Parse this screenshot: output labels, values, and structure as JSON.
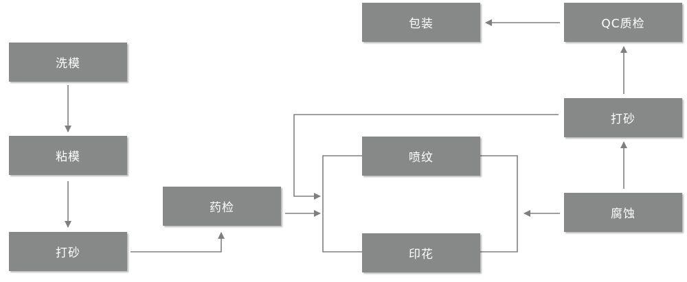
{
  "nodes": {
    "wash_mold": "洗模",
    "glue_mold": "粘模",
    "sanding_1": "打砂",
    "chemical_inspection": "药检",
    "spray_texture": "喷纹",
    "printing": "印花",
    "packaging": "包装",
    "qc_inspection": "QC质检",
    "sanding_2": "打砂",
    "etching": "腐蚀"
  },
  "colors": {
    "node_fill": "#878888",
    "node_text": "#ffffff",
    "connector": "#7f7f7f"
  }
}
